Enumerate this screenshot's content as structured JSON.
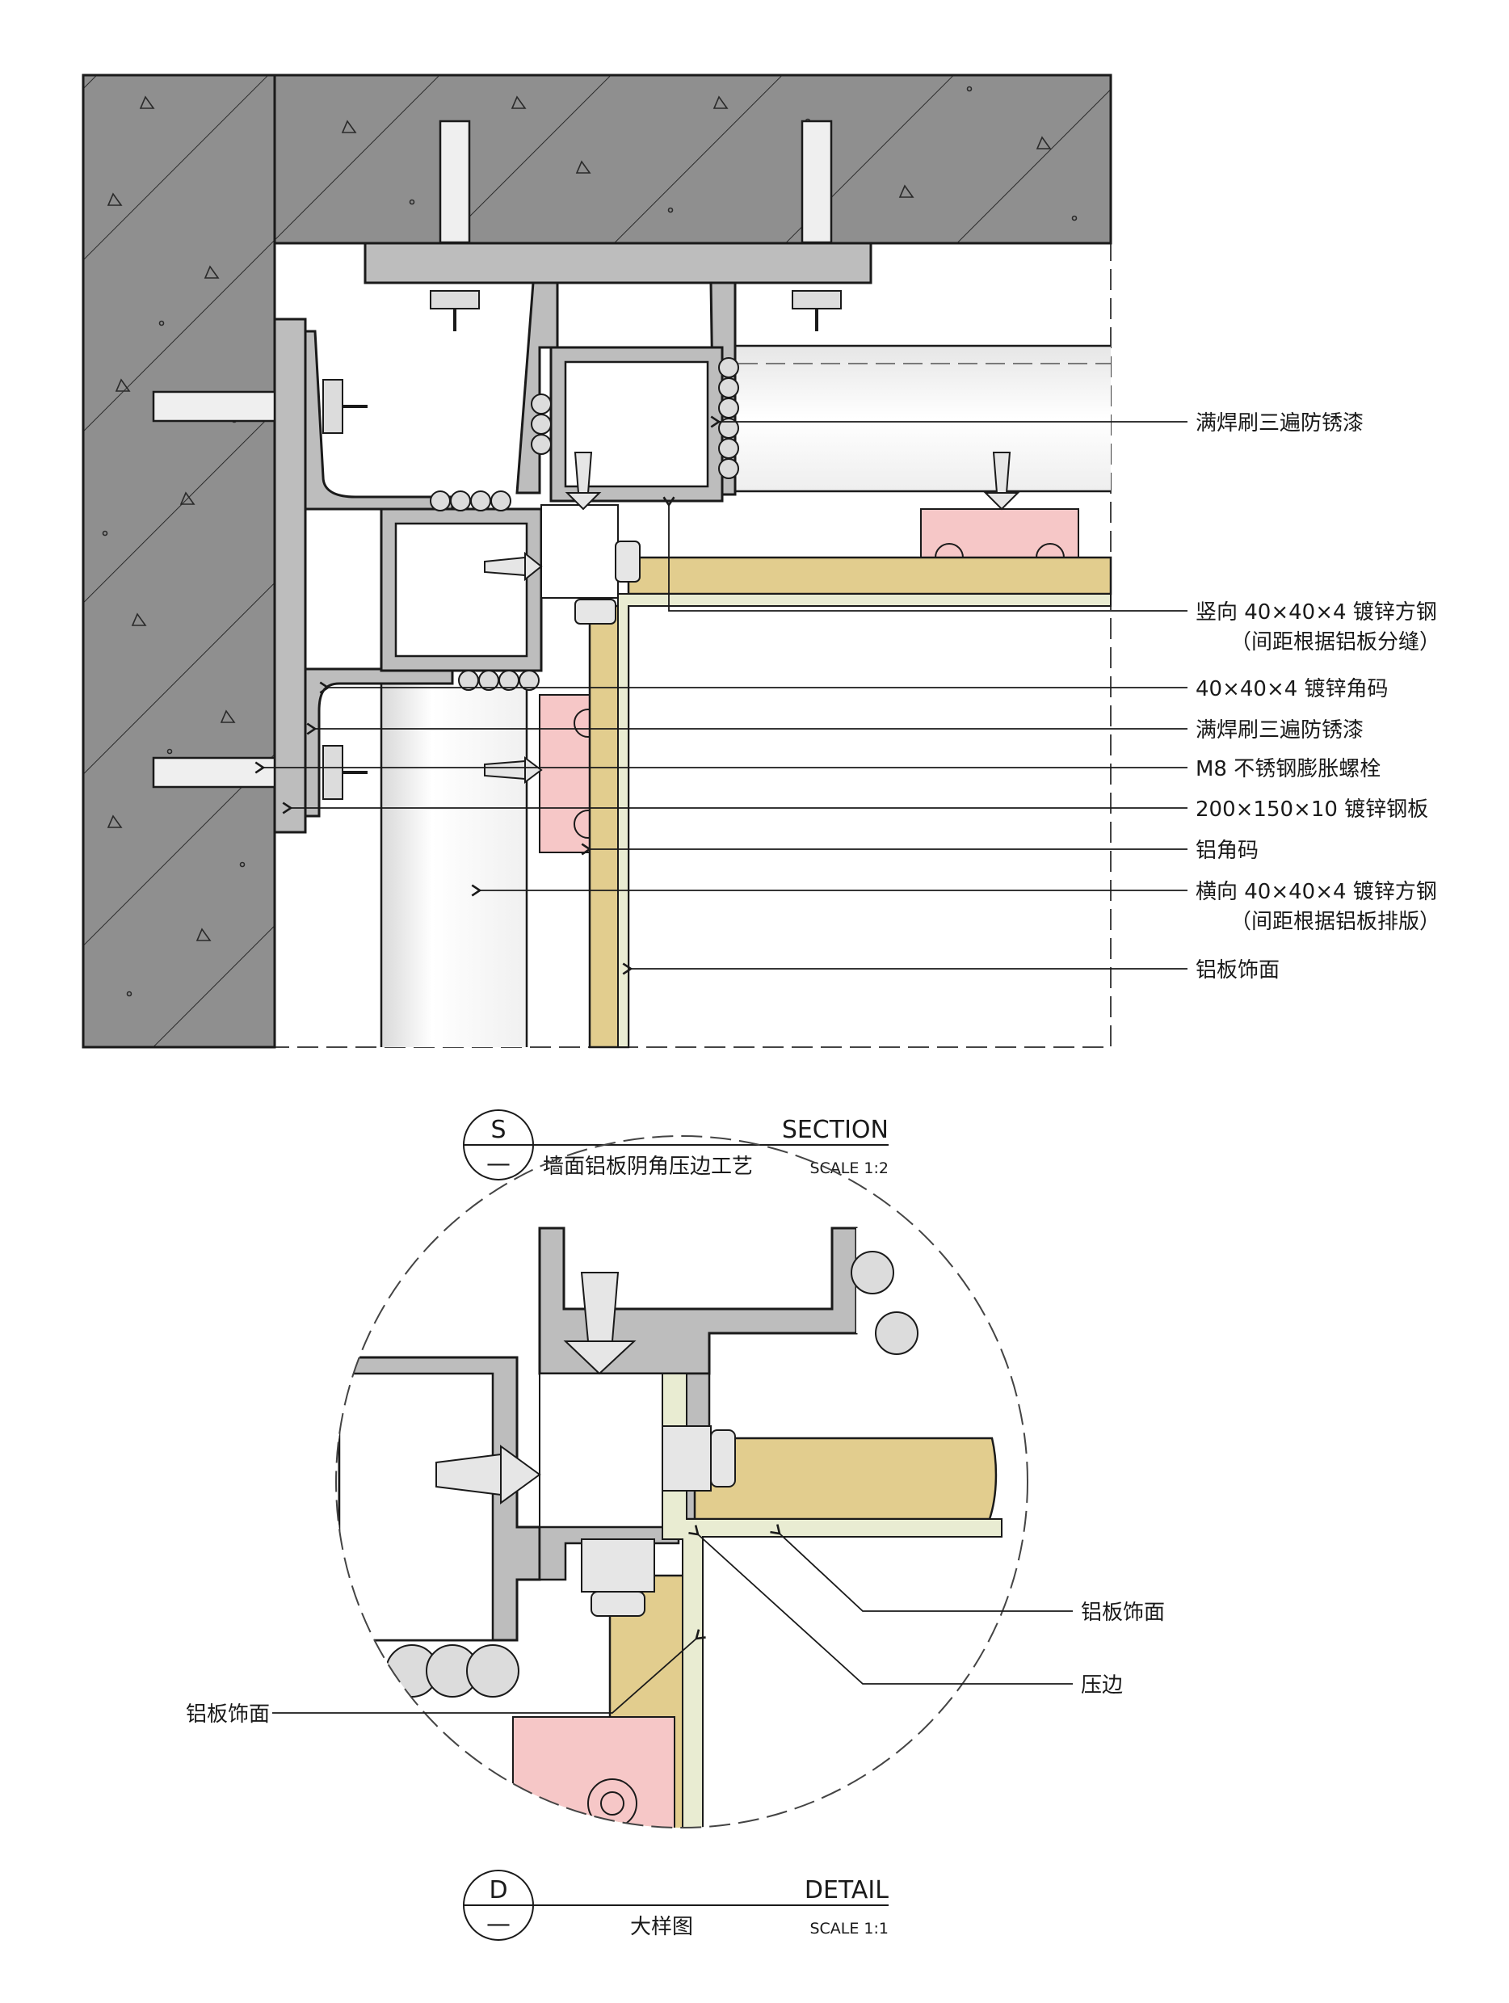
{
  "section": {
    "labels": [
      {
        "text": "满焊刷三遍防锈漆"
      },
      {
        "text": "竖向 40×40×4 镀锌方钢"
      },
      {
        "text": "（间距根据铝板分缝）"
      },
      {
        "text": "40×40×4 镀锌角码"
      },
      {
        "text": "满焊刷三遍防锈漆"
      },
      {
        "text": "M8 不锈钢膨胀螺栓"
      },
      {
        "text": "200×150×10 镀锌钢板"
      },
      {
        "text": "铝角码"
      },
      {
        "text": "横向 40×40×4 镀锌方钢"
      },
      {
        "text": "（间距根据铝板排版）"
      },
      {
        "text": "铝板饰面"
      }
    ],
    "title": {
      "tag_top": "S",
      "tag_bottom": "—",
      "type": "SECTION",
      "name": "墙面铝板阴角压边工艺",
      "scale": "SCALE 1:2"
    }
  },
  "detail": {
    "labels": [
      {
        "text": "铝板饰面"
      },
      {
        "text": "压边"
      },
      {
        "text": "铝板饰面"
      }
    ],
    "title": {
      "tag_top": "D",
      "tag_bottom": "—",
      "type": "DETAIL",
      "name": "大样图",
      "scale": "SCALE 1:1"
    }
  },
  "colors": {
    "concrete": "#8f8f8f",
    "steel": "#bdbdbd",
    "panel": "#e2cd8e",
    "bracket": "#f6c7c7",
    "line": "#1a1a1a"
  }
}
